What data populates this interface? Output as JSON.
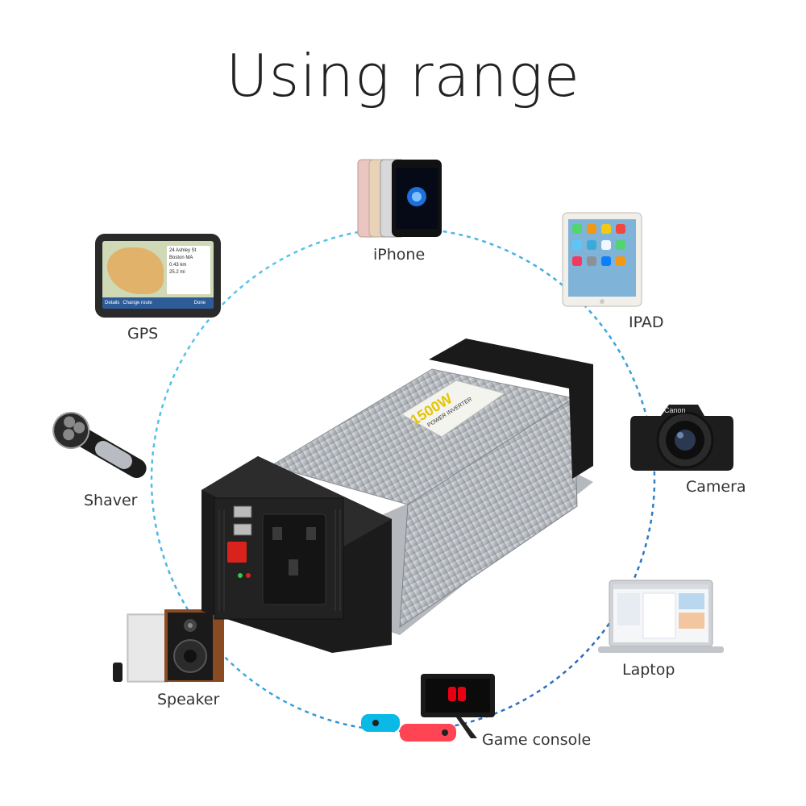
{
  "title": "Using range",
  "product": {
    "brand_text": "1500W",
    "subtitle": "POWER INVERTER"
  },
  "devices": [
    {
      "label": "iPhone",
      "icon": "iphone-icon"
    },
    {
      "label": "IPAD",
      "icon": "ipad-icon"
    },
    {
      "label": "Camera",
      "icon": "camera-icon"
    },
    {
      "label": "Laptop",
      "icon": "laptop-icon"
    },
    {
      "label": "Game console",
      "icon": "game-console-icon"
    },
    {
      "label": "Speaker",
      "icon": "speaker-icon"
    },
    {
      "label": "Shaver",
      "icon": "shaver-icon"
    },
    {
      "label": "GPS",
      "icon": "gps-icon"
    }
  ],
  "gps_screen": {
    "lines": [
      "24 Ashley St",
      "Boston MA",
      "0.43 km",
      "25.2 mi"
    ],
    "buttons": [
      "Details",
      "Change route",
      "Done"
    ]
  },
  "colors": {
    "ring_cyan": "#4fc3e8",
    "ring_blue": "#1f5fb3",
    "inverter_body": "#c9ccd0",
    "inverter_cap": "#1a1a1a",
    "switch_red": "#d9221c"
  }
}
